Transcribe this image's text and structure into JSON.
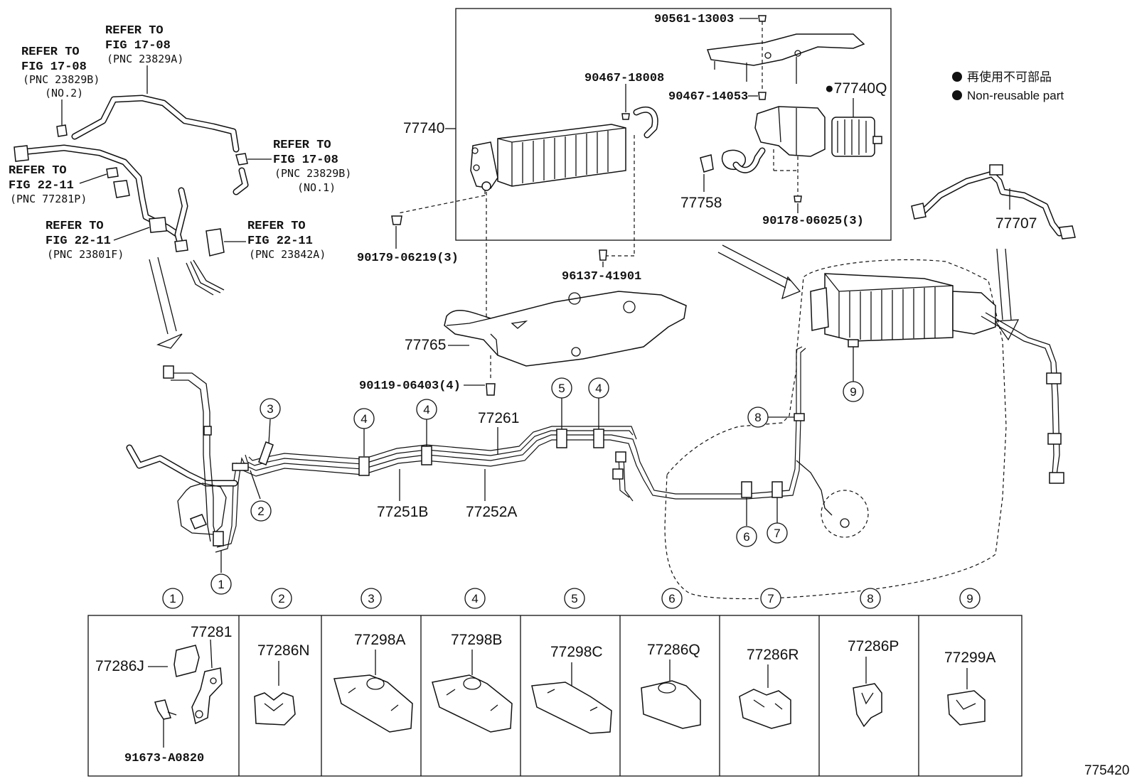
{
  "legend": {
    "line1": "再使用不可部品",
    "line2": "Non-reusable part"
  },
  "diagram_id": "775420",
  "refer_labels": {
    "r1": {
      "l1": "REFER TO",
      "l2": "FIG 17-08",
      "l3": "(PNC 23829A)"
    },
    "r2": {
      "l1": "REFER TO",
      "l2": "FIG 17-08",
      "l3": "(PNC 23829B)",
      "l4": "(NO.2)"
    },
    "r3": {
      "l1": "REFER TO",
      "l2": "FIG 17-08",
      "l3": "(PNC 23829B)",
      "l4": "(NO.1)"
    },
    "r4": {
      "l1": "REFER TO",
      "l2": "FIG 22-11",
      "l3": "(PNC 77281P)"
    },
    "r5": {
      "l1": "REFER TO",
      "l2": "FIG 22-11",
      "l3": "(PNC 23801F)"
    },
    "r6": {
      "l1": "REFER TO",
      "l2": "FIG 22-11",
      "l3": "(PNC 23842A)"
    }
  },
  "part_numbers": {
    "p90561": "90561-13003",
    "p9046718": "90467-18008",
    "p9046714": "90467-14053",
    "p77740q": "●77740Q",
    "p77740": "77740",
    "p77758": "77758",
    "p90178": "90178-06025(3)",
    "p90179": "90179-06219(3)",
    "p96137": "96137-41901",
    "p77765": "77765",
    "p90119": "90119-06403(4)",
    "p77707": "77707",
    "p77261": "77261",
    "p77251b": "77251B",
    "p77252a": "77252A"
  },
  "callouts": [
    "1",
    "2",
    "3",
    "4",
    "5",
    "6",
    "7",
    "8",
    "9"
  ],
  "clip_table": [
    {
      "num": "1",
      "parts": [
        "77281",
        "77286J",
        "91673-A0820"
      ]
    },
    {
      "num": "2",
      "parts": [
        "77286N"
      ]
    },
    {
      "num": "3",
      "parts": [
        "77298A"
      ]
    },
    {
      "num": "4",
      "parts": [
        "77298B"
      ]
    },
    {
      "num": "5",
      "parts": [
        "77298C"
      ]
    },
    {
      "num": "6",
      "parts": [
        "77286Q"
      ]
    },
    {
      "num": "7",
      "parts": [
        "77286R"
      ]
    },
    {
      "num": "8",
      "parts": [
        "77286P"
      ]
    },
    {
      "num": "9",
      "parts": [
        "77299A"
      ]
    }
  ]
}
